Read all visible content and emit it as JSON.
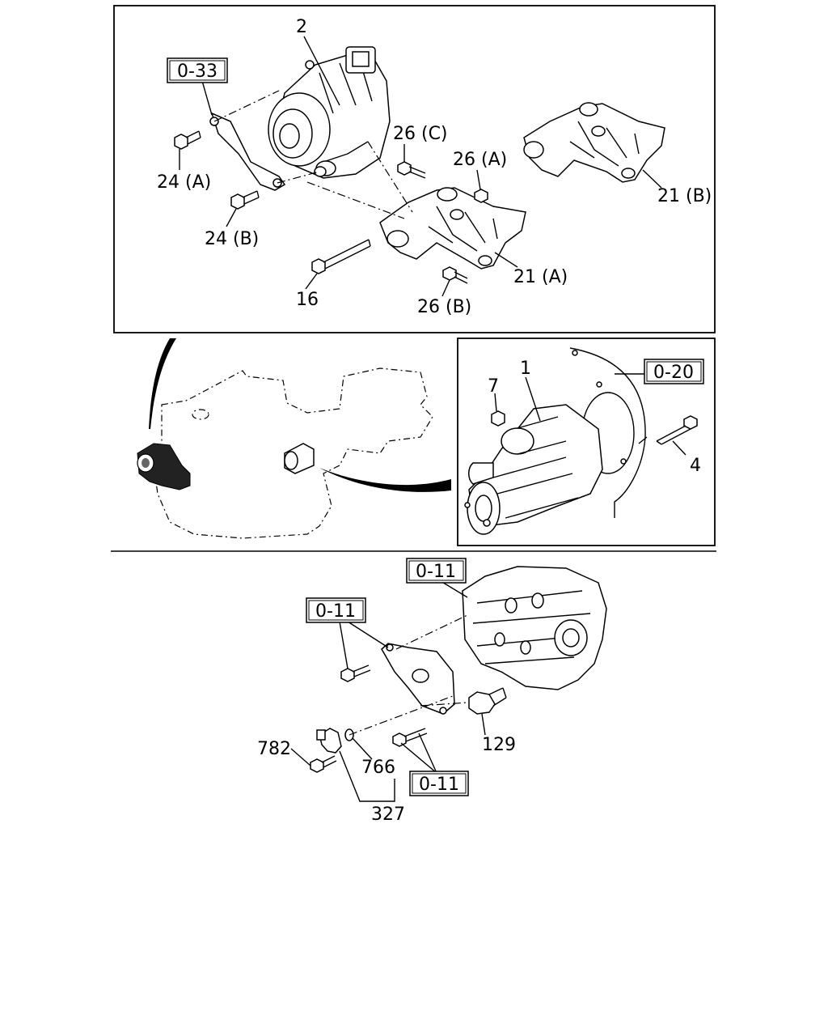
{
  "panels": {
    "top": {
      "callouts": {
        "c2": "2",
        "c24a": "24 (A)",
        "c24b": "24 (B)",
        "c26c": "26 (C)",
        "c26a": "26 (A)",
        "c26b": "26 (B)",
        "c21a": "21 (A)",
        "c21b": "21 (B)",
        "c16": "16"
      },
      "refs": {
        "r033": "0-33"
      }
    },
    "middle": {
      "callouts": {
        "c1": "1",
        "c7": "7",
        "c4": "4"
      },
      "refs": {
        "r020": "0-20"
      }
    },
    "bottom": {
      "callouts": {
        "c129": "129",
        "c782": "782",
        "c766": "766",
        "c327": "327"
      },
      "refs": {
        "r011a": "0-11",
        "r011b": "0-11",
        "r011c": "0-11"
      }
    }
  }
}
